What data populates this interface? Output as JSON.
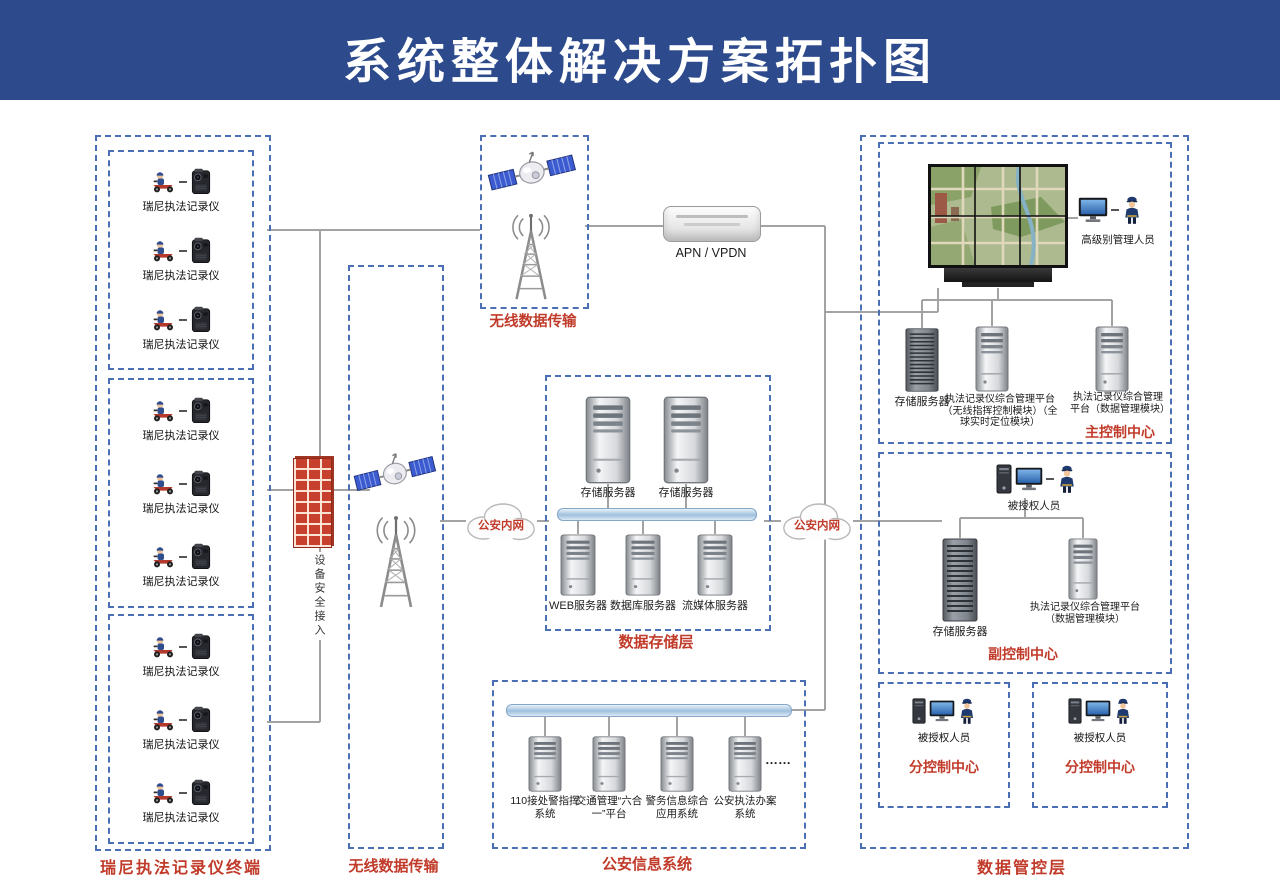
{
  "title": "系统整体解决方案拓扑图",
  "colors": {
    "header_bg": "#2c4a8c",
    "box_border": "#4a6fb5",
    "label_red": "#c13b2a",
    "line_gray": "#a3a3a3"
  },
  "terminals": {
    "section_label": "瑞尼执法记录仪终端",
    "gateway_label": "设备安全接入",
    "groups": [
      {
        "items": [
          "瑞尼执法记录仪",
          "瑞尼执法记录仪",
          "瑞尼执法记录仪"
        ]
      },
      {
        "items": [
          "瑞尼执法记录仪",
          "瑞尼执法记录仪",
          "瑞尼执法记录仪"
        ]
      },
      {
        "items": [
          "瑞尼执法记录仪",
          "瑞尼执法记录仪",
          "瑞尼执法记录仪"
        ]
      }
    ]
  },
  "wireless_top": {
    "label": "无线数据传输"
  },
  "wireless_mid": {
    "label": "无线数据传输"
  },
  "apn": {
    "label": "APN / VPDN"
  },
  "clouds": {
    "left": "公安内网",
    "right": "公安内网"
  },
  "storage_layer": {
    "section_label": "数据存储层",
    "top_servers": [
      "存储服务器",
      "存储服务器"
    ],
    "bottom_servers": [
      "WEB服务器",
      "数据库服务器",
      "流媒体服务器"
    ]
  },
  "police_info": {
    "section_label": "公安信息系统",
    "servers": [
      "110接处警指挥系统",
      "交通管理“六合一”平台",
      "警务信息综合应用系统",
      "公安执法办案系统"
    ],
    "ellipsis": "……"
  },
  "control_layer": {
    "section_label": "数据管控层",
    "main_center": {
      "label": "主控制中心",
      "admin_label": "高级别管理人员",
      "storage_label": "存储服务器",
      "platform1": "执法记录仪综合管理平台（无线指挥控制模块）（全球实时定位模块）",
      "platform2": "执法记录仪综合管理平台（数据管理模块）"
    },
    "sub_center": {
      "label": "副控制中心",
      "authorized_label": "被授权人员",
      "storage_label": "存储服务器",
      "platform": "执法记录仪综合管理平台（数据管理模块）"
    },
    "branch_centers": [
      {
        "label": "分控制中心",
        "authorized_label": "被授权人员"
      },
      {
        "label": "分控制中心",
        "authorized_label": "被授权人员"
      }
    ]
  }
}
